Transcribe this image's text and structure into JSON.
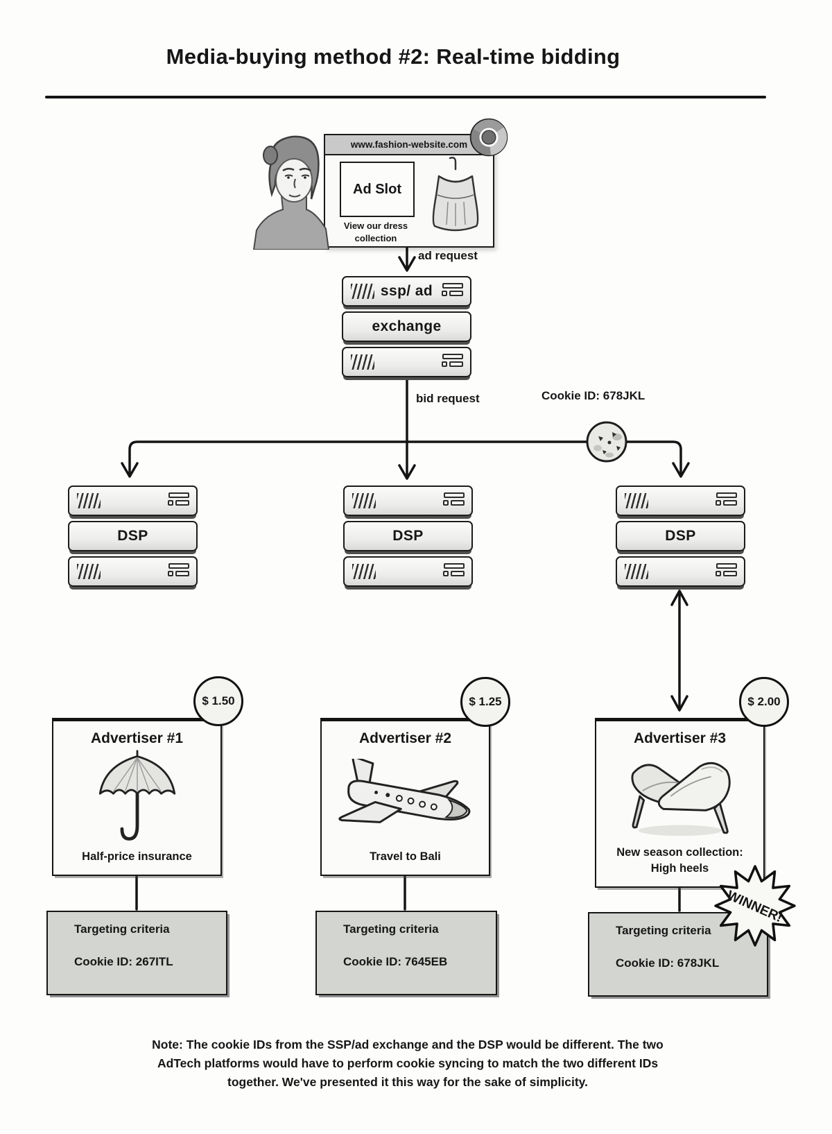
{
  "title": "Media-buying method #2: Real-time bidding",
  "browser": {
    "url": "www.fashion-website.com",
    "ad_slot_label": "Ad Slot",
    "ad_slot_caption": "View our dress collection",
    "icons": {
      "browser_logo": "chrome-browser-icon",
      "ad_creative": "dress-on-hanger-icon",
      "visitor": "website-visitor-illustration"
    }
  },
  "flow": {
    "ad_request": "ad request",
    "bid_request": "bid request",
    "cookie_id": "Cookie ID: 678JKL",
    "cookie_icon": "cookie-icon"
  },
  "ssp": {
    "line1": "ssp/ ad",
    "line2": "exchange"
  },
  "dsps": [
    {
      "label": "DSP"
    },
    {
      "label": "DSP"
    },
    {
      "label": "DSP"
    }
  ],
  "advertisers": [
    {
      "name": "Advertiser #1",
      "bid": "$ 1.50",
      "icon": "umbrella-icon",
      "caption": "Half-price insurance",
      "targeting": {
        "title": "Targeting criteria",
        "cookie": "Cookie ID: 267ITL"
      }
    },
    {
      "name": "Advertiser #2",
      "bid": "$ 1.25",
      "icon": "airplane-icon",
      "caption": "Travel to Bali",
      "targeting": {
        "title": "Targeting criteria",
        "cookie": "Cookie ID: 7645EB"
      }
    },
    {
      "name": "Advertiser #3",
      "bid": "$ 2.00",
      "icon": "high-heels-icon",
      "caption": "New season collection: High heels",
      "targeting": {
        "title": "Targeting criteria",
        "cookie": "Cookie ID: 678JKL"
      },
      "winner_badge": "WINNER!"
    }
  ],
  "note": "Note: The cookie IDs from the SSP/ad exchange and the DSP would be different. The two AdTech platforms would have to perform cookie syncing to match the two different IDs together. We've presented it this way for the sake of simplicity.",
  "colors": {
    "ink": "#161616",
    "paper": "#fdfdfc",
    "server_fill": "#ececea",
    "targeting_fill": "#d3d5d0",
    "badge_fill": "#f3f3f0",
    "urlbar_fill": "#c9c9c9"
  }
}
